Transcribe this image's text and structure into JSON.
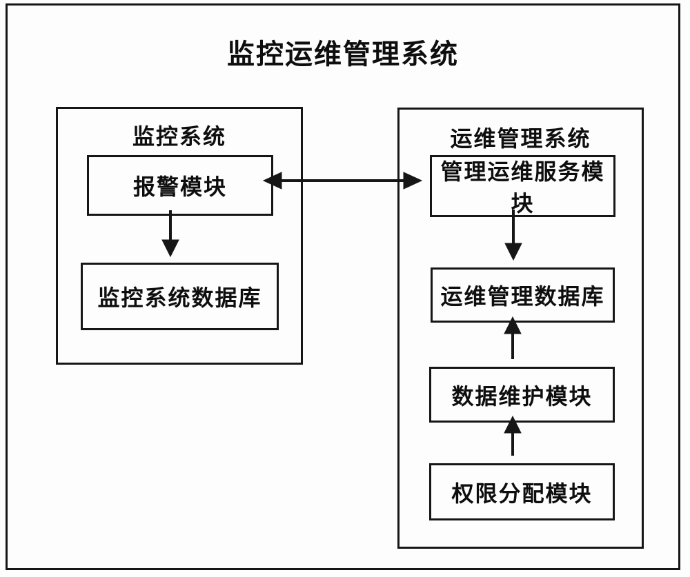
{
  "diagram": {
    "title": "监控运维管理系统",
    "left_system": {
      "title": "监控系统",
      "modules": {
        "alarm": "报警模块",
        "database": "监控系统数据库"
      }
    },
    "right_system": {
      "title": "运维管理系统",
      "modules": {
        "service": "管理运维服务模块",
        "database": "运维管理数据库",
        "maintenance": "数据维护模块",
        "permission": "权限分配模块"
      }
    },
    "colors": {
      "line": "#161616",
      "background": "#fdfdfd",
      "text": "#0e0e0e"
    }
  }
}
